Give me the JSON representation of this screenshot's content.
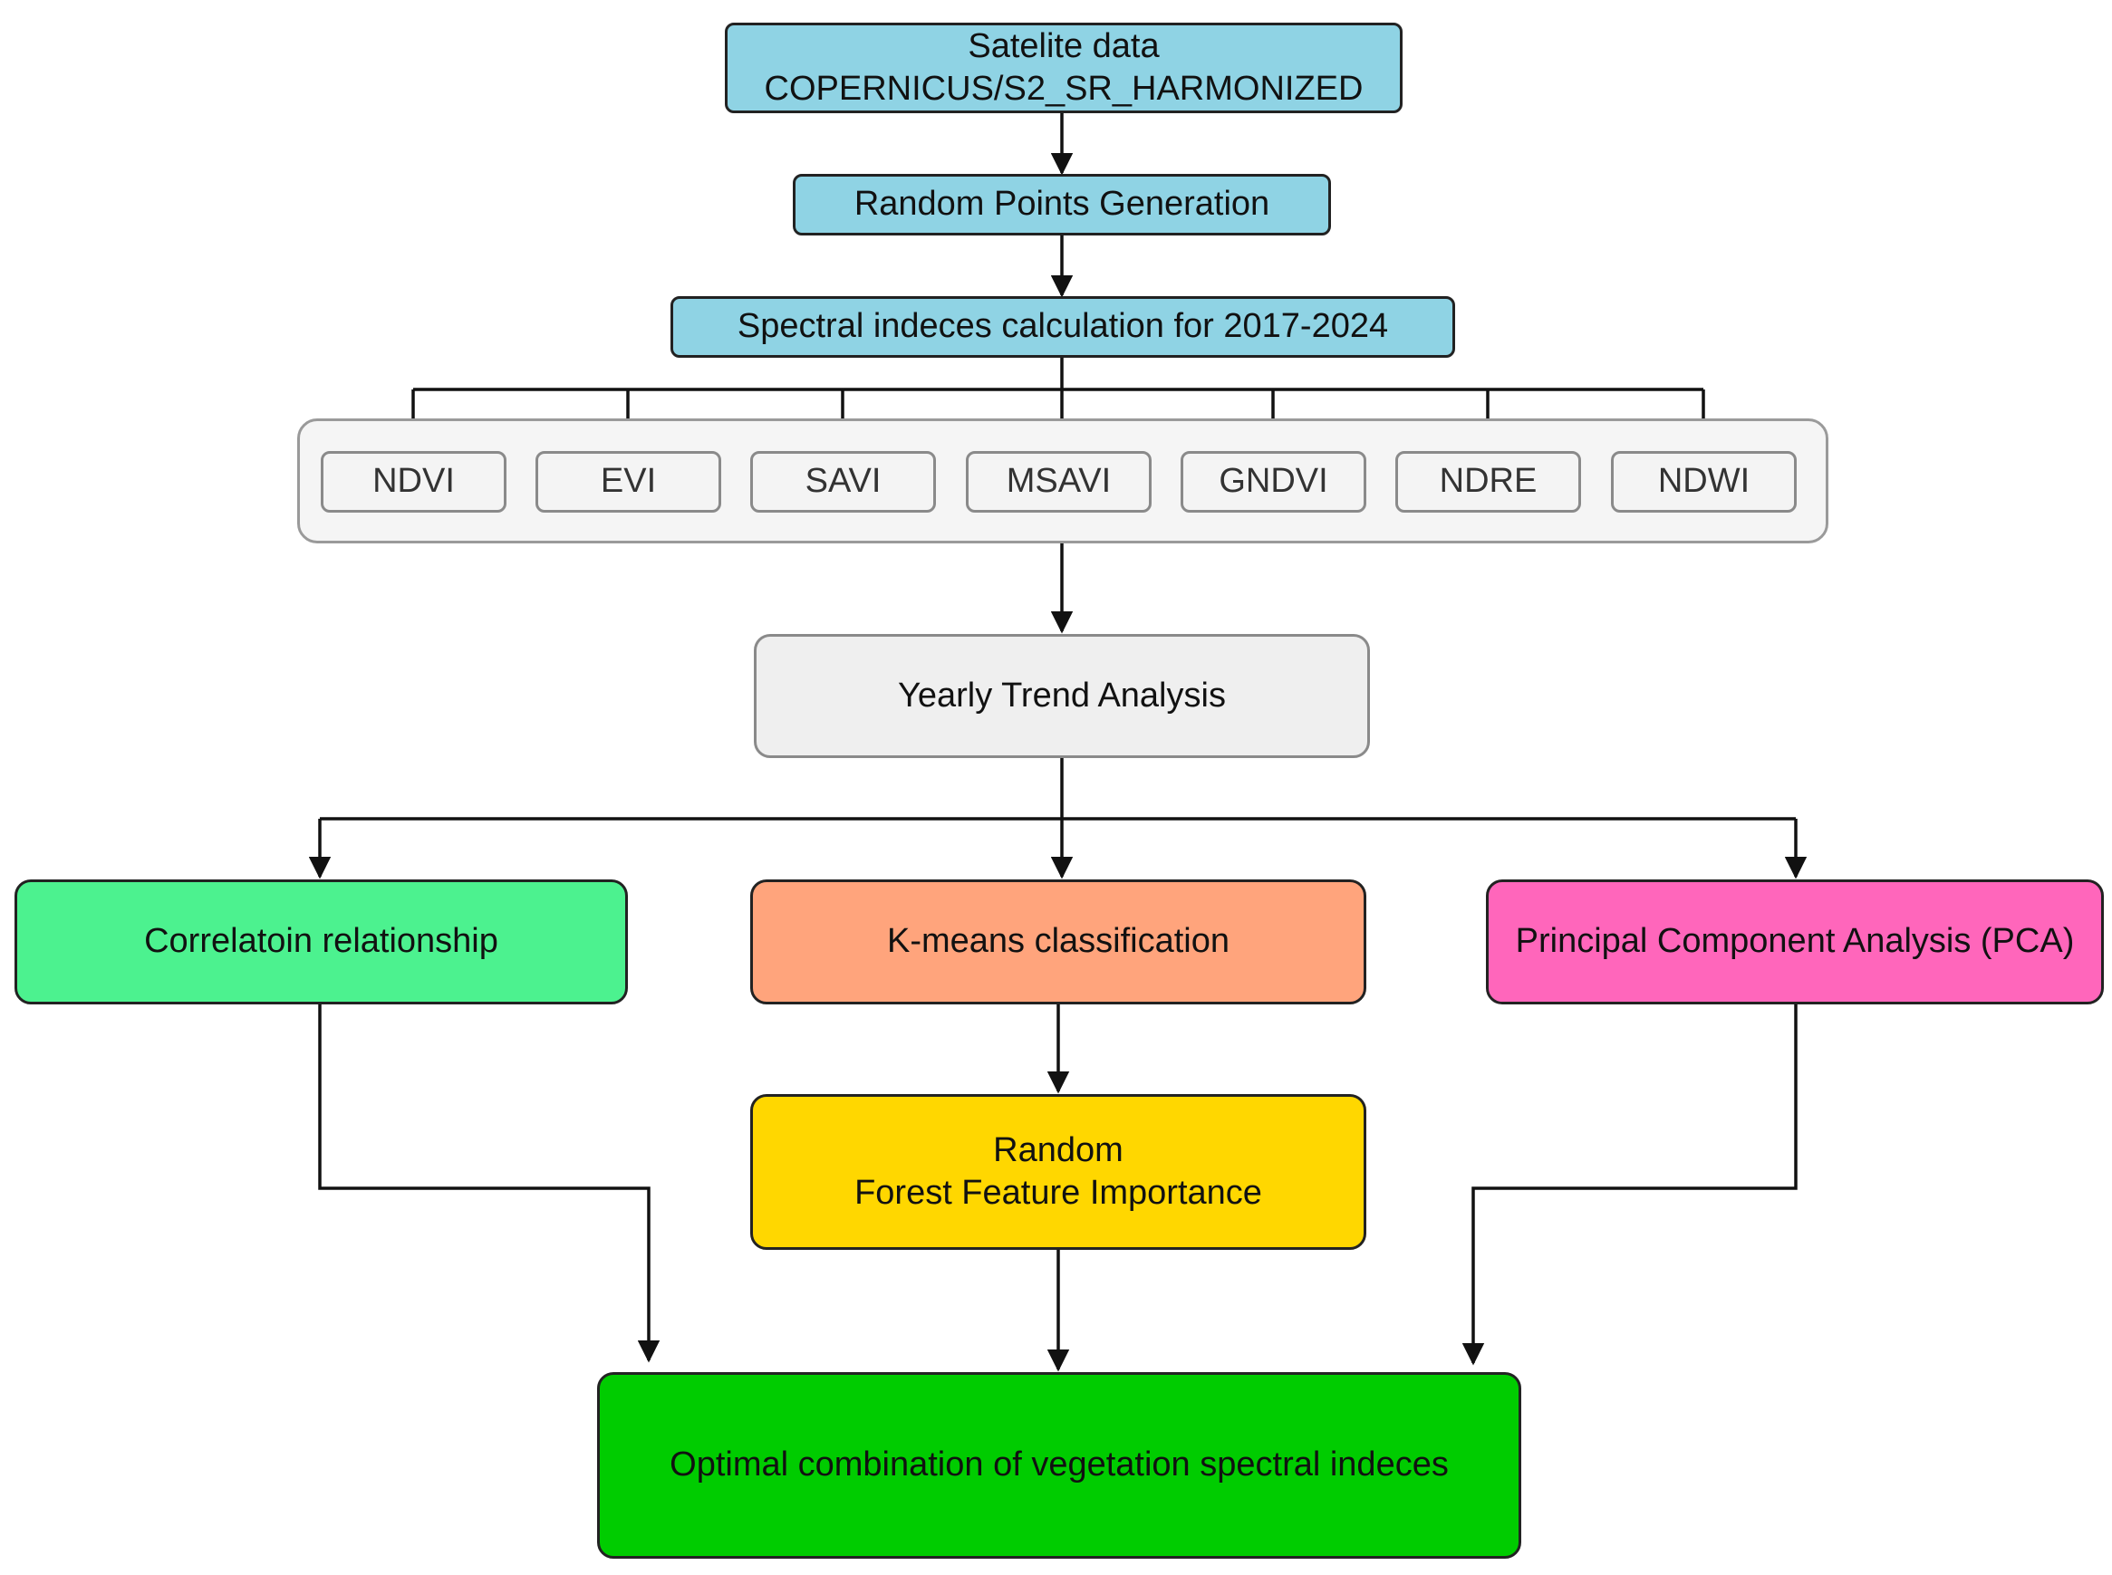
{
  "source": {
    "line1": "Satelite data",
    "line2": "COPERNICUS/S2_SR_HARMONIZED",
    "color": "#8fd3e4"
  },
  "random_points": {
    "label": "Random Points Generation"
  },
  "spectral_calc": {
    "label": "Spectral indeces calculation for 2017-2024"
  },
  "indices": [
    "NDVI",
    "EVI",
    "SAVI",
    "MSAVI",
    "GNDVI",
    "NDRE",
    "NDWI"
  ],
  "trend": {
    "label": "Yearly Trend Analysis"
  },
  "methods": {
    "correlation": {
      "label": "Correlatoin relationship",
      "color": "#4cf28f"
    },
    "kmeans": {
      "label": "K-means classification",
      "color": "#ffa47c"
    },
    "pca": {
      "label": "Principal Component Analysis (PCA)",
      "color": "#ff66bb"
    }
  },
  "random_forest": {
    "line1": "Random",
    "line2": "Forest Feature Importance",
    "color": "#ffd700"
  },
  "result": {
    "label": "Optimal combination of vegetation spectral indeces",
    "color": "#00cc00"
  }
}
